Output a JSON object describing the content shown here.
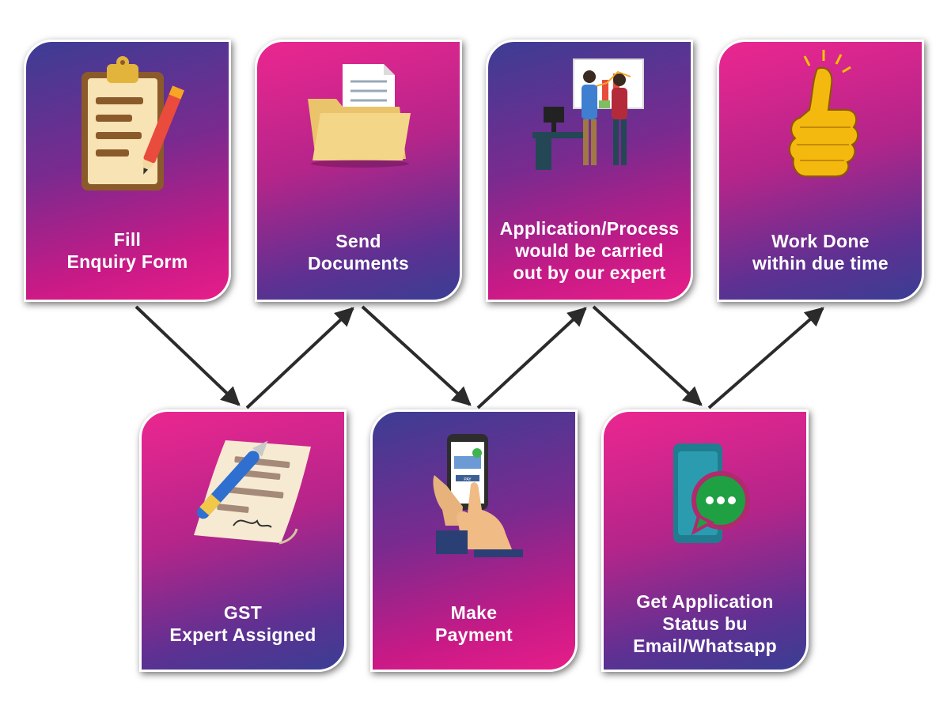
{
  "steps": [
    {
      "lines": [
        "Fill",
        "Enquiry Form"
      ],
      "icon": "clipboard-icon"
    },
    {
      "lines": [
        "Send",
        "Documents"
      ],
      "icon": "folder-documents-icon"
    },
    {
      "lines": [
        "Application/Process",
        "would be carried",
        "out by our expert"
      ],
      "icon": "meeting-icon"
    },
    {
      "lines": [
        "Work Done",
        "within due time"
      ],
      "icon": "thumbs-up-icon"
    },
    {
      "lines": [
        "GST",
        "Expert Assigned"
      ],
      "icon": "pen-signature-icon"
    },
    {
      "lines": [
        "Make",
        "Payment"
      ],
      "icon": "mobile-payment-icon"
    },
    {
      "lines": [
        "Get Application",
        "Status bu",
        "Email/Whatsapp"
      ],
      "icon": "chat-phone-icon"
    }
  ],
  "colors": {
    "pink": "#e61e8a",
    "purple": "#7b2a8f",
    "indigo": "#3a3e93",
    "arrow": "#2b2b2b"
  },
  "icon_text": {
    "pay_label": "PAY"
  }
}
